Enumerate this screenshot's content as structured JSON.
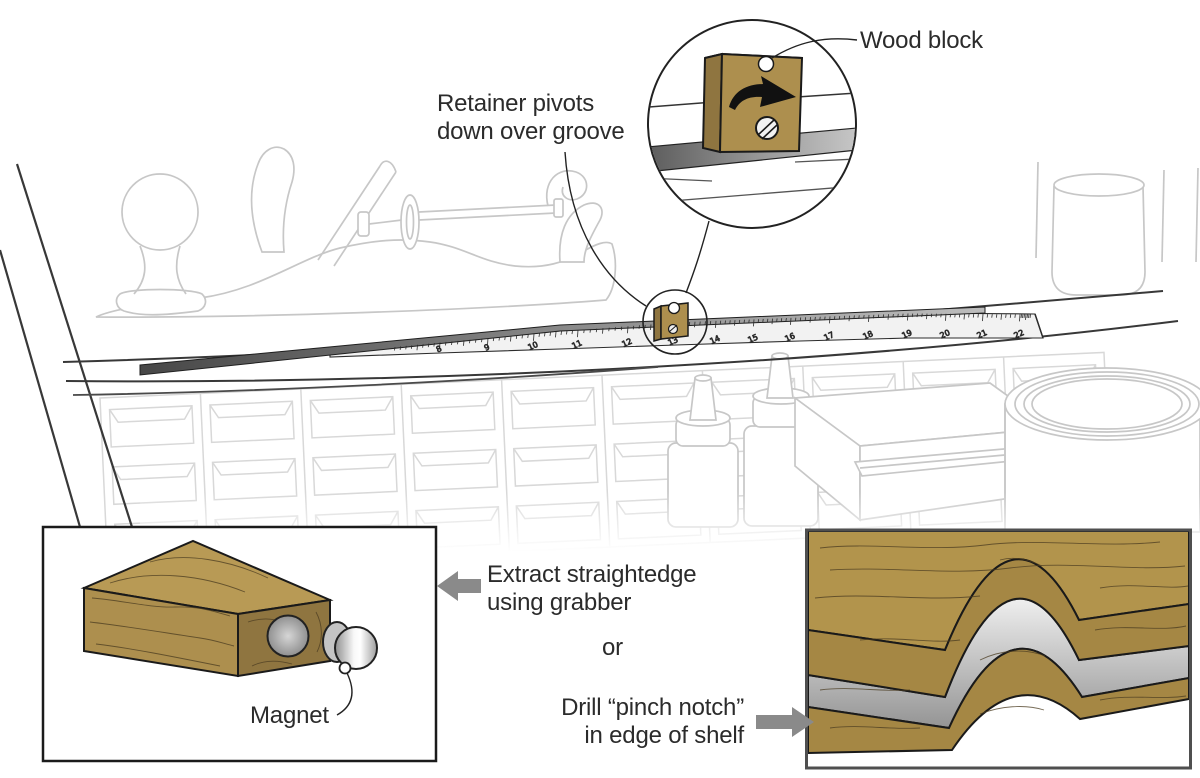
{
  "illustration": {
    "callouts": {
      "wood_block": "Wood block",
      "retainer": [
        "Retainer pivots",
        "down over groove"
      ],
      "extract": [
        "Extract straightedge",
        "using grabber"
      ],
      "or": "or",
      "drill": [
        "Drill “pinch notch”",
        "in edge of shelf"
      ],
      "magnet": "Magnet"
    },
    "ruler": {
      "numbers": [
        "8",
        "9",
        "10",
        "11",
        "12",
        "13",
        "14",
        "15",
        "16",
        "17",
        "18",
        "19",
        "20",
        "21",
        "22"
      ]
    },
    "colors": {
      "wood": "#ad8f4e",
      "wood_dark": "#8f7540",
      "wood_top": "#b89a55",
      "panel_wood_top": "#b2944c",
      "panel_wood_face": "#a58744",
      "arrow": "#8a8a8a",
      "ink": "#2b2b2b",
      "sketch_gray": "#c7c7c7"
    }
  }
}
